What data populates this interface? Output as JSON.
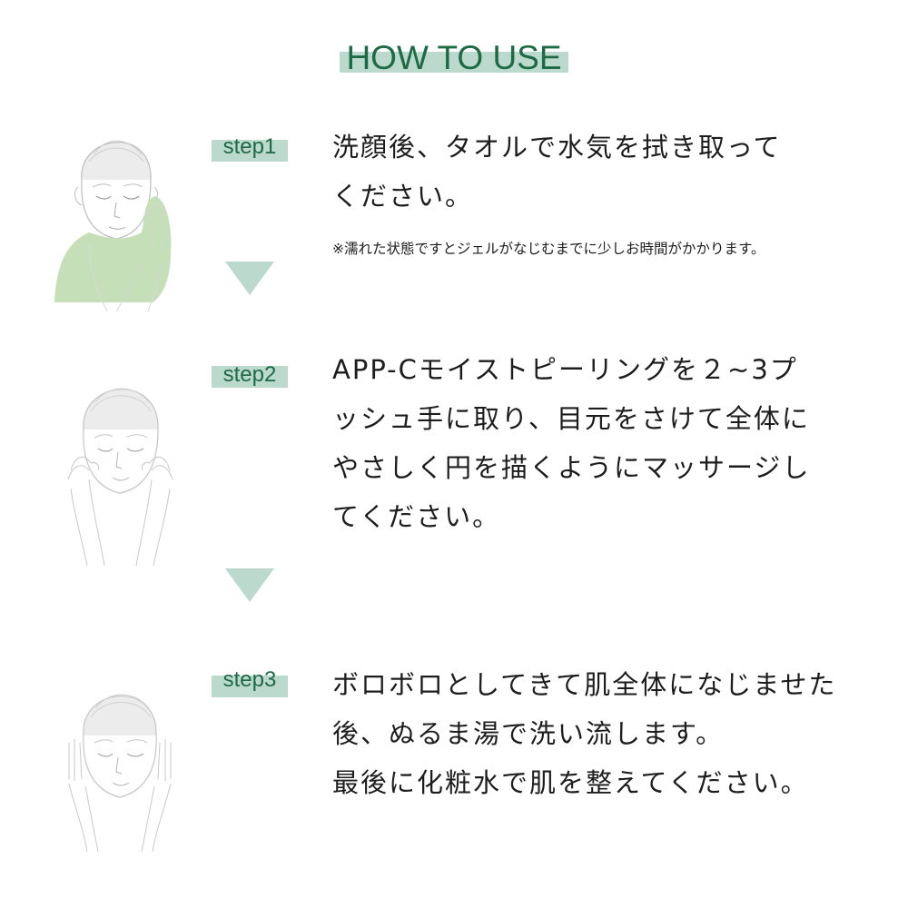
{
  "title": "HOW TO USE",
  "colors": {
    "accent_dark": "#1e6a44",
    "accent_light": "#bcd9cd",
    "towel": "#c5e0b8"
  },
  "steps": [
    {
      "label": "step1",
      "lines": [
        "洗顔後、タオルで水気を拭き取って",
        "ください。"
      ],
      "note": "※濡れた状態ですとジェルがなじむまでに少しお時間がかかります。",
      "illustration": "face-towel-illustration"
    },
    {
      "label": "step2",
      "lines": [
        "APP-Cモイストピーリングを２~3プ",
        "ッシュ手に取り、目元をさけて全体に",
        "やさしく円を描くようにマッサージし",
        "てください。"
      ],
      "illustration": "face-massage-illustration"
    },
    {
      "label": "step3",
      "lines": [
        "ボロボロとしてきて肌全体になじませた",
        "後、ぬるま湯で洗い流します。",
        "最後に化粧水で肌を整えてください。"
      ],
      "illustration": "face-hands-illustration"
    }
  ],
  "arrows": [
    "down-arrow-1",
    "down-arrow-2"
  ]
}
